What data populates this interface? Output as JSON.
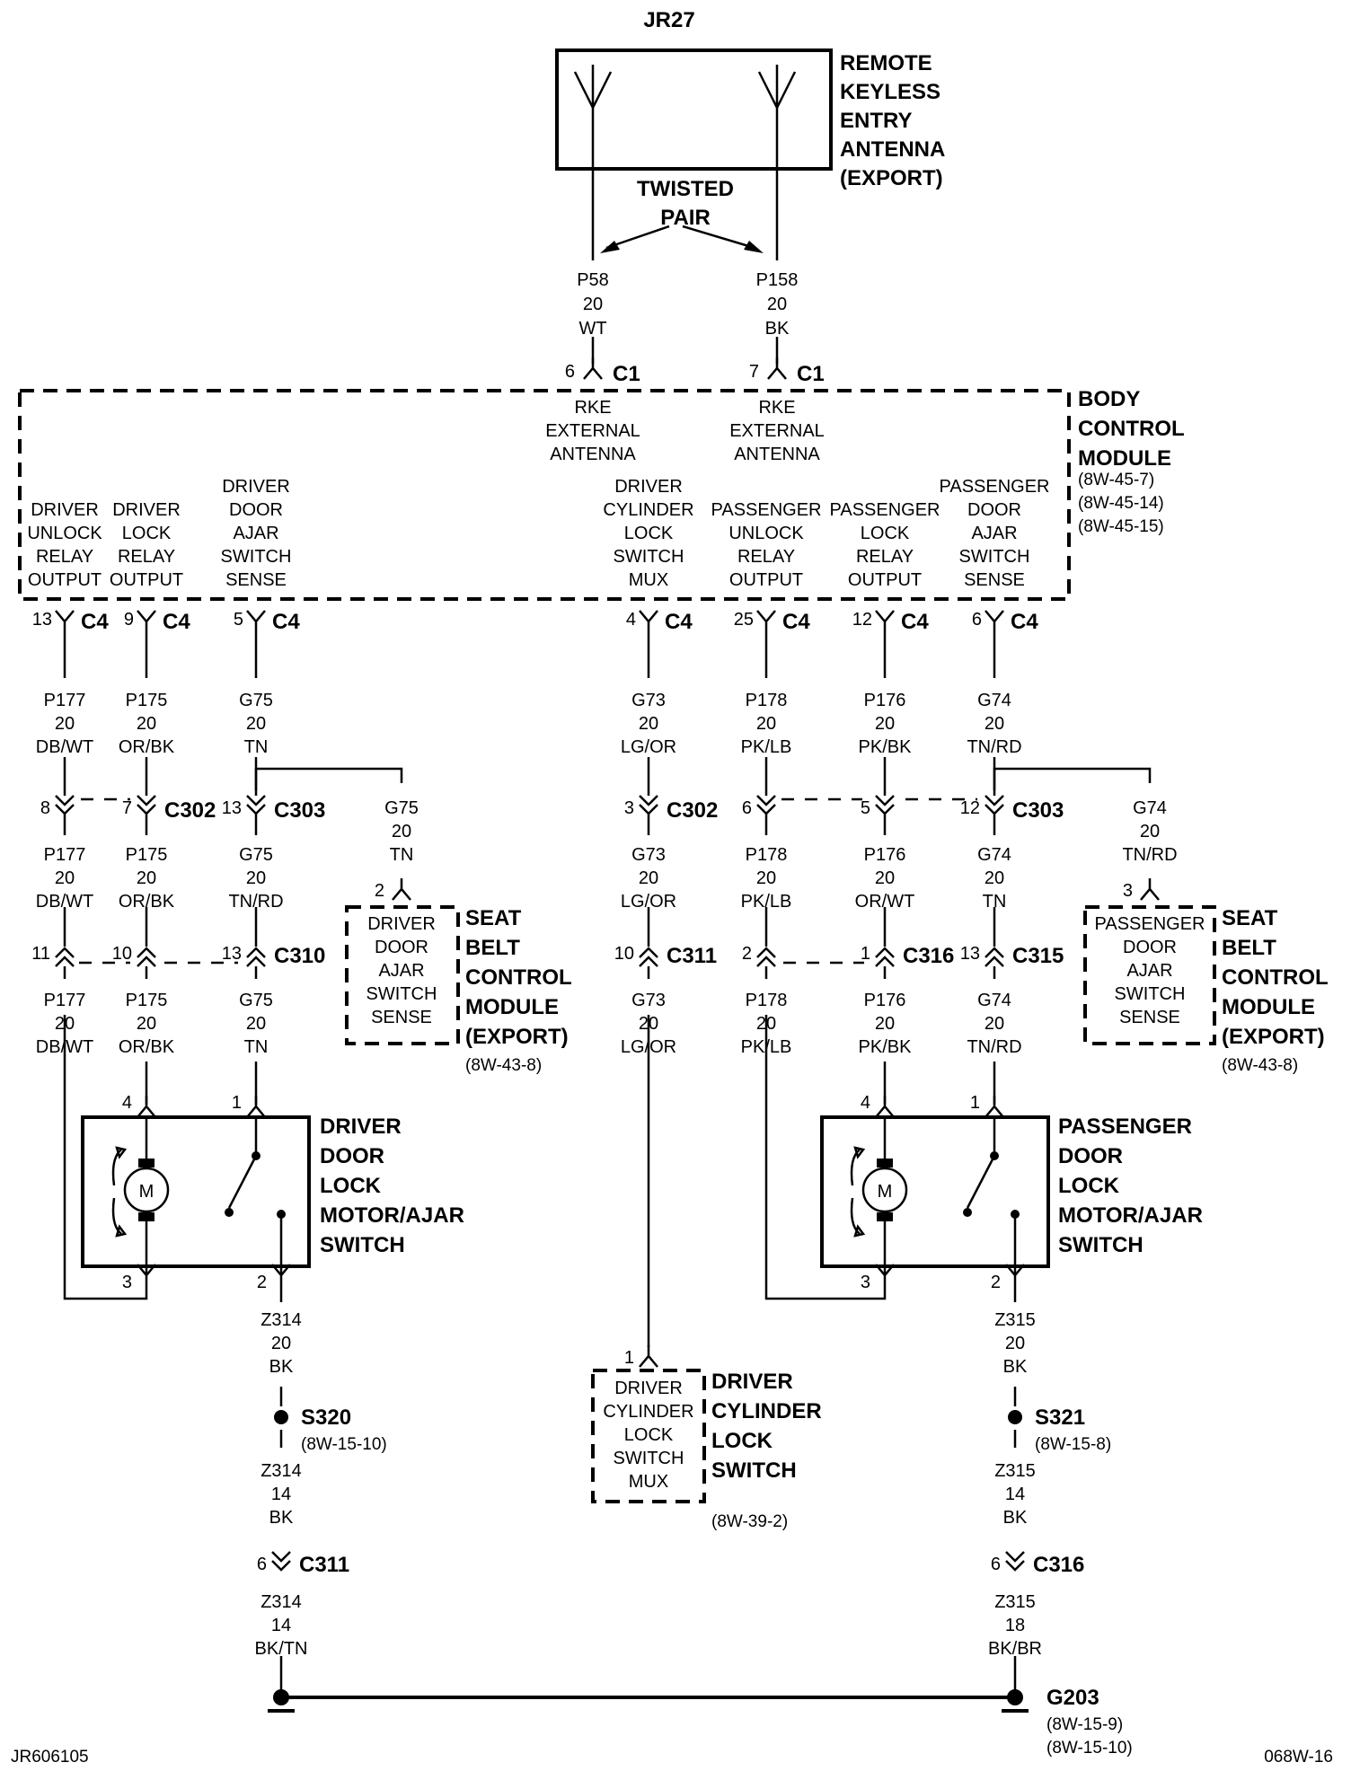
{
  "title": "JR27",
  "antenna": {
    "label": [
      "REMOTE",
      "KEYLESS",
      "ENTRY",
      "ANTENNA",
      "(EXPORT)"
    ],
    "twisted": [
      "TWISTED",
      "PAIR"
    ]
  },
  "bcm": {
    "label": [
      "BODY",
      "CONTROL",
      "MODULE"
    ],
    "refs": [
      "(8W-45-7)",
      "(8W-45-14)",
      "(8W-45-15)"
    ],
    "rke": [
      "RKE",
      "EXTERNAL",
      "ANTENNA"
    ],
    "pins": [
      [
        "DRIVER",
        "UNLOCK",
        "RELAY",
        "OUTPUT"
      ],
      [
        "DRIVER",
        "LOCK",
        "RELAY",
        "OUTPUT"
      ],
      [
        "DRIVER",
        "DOOR",
        "AJAR",
        "SWITCH",
        "SENSE"
      ],
      [
        "DRIVER",
        "CYLINDER",
        "LOCK",
        "SWITCH",
        "MUX"
      ],
      [
        "PASSENGER",
        "UNLOCK",
        "RELAY",
        "OUTPUT"
      ],
      [
        "PASSENGER",
        "LOCK",
        "RELAY",
        "OUTPUT"
      ],
      [
        "PASSENGER",
        "DOOR",
        "AJAR",
        "SWITCH",
        "SENSE"
      ]
    ]
  },
  "connectors": {
    "c1_a": {
      "pin": "6",
      "name": "C1"
    },
    "c1_b": {
      "pin": "7",
      "name": "C1"
    },
    "c4": [
      {
        "pin": "13",
        "name": "C4"
      },
      {
        "pin": "9",
        "name": "C4"
      },
      {
        "pin": "5",
        "name": "C4"
      },
      {
        "pin": "4",
        "name": "C4"
      },
      {
        "pin": "25",
        "name": "C4"
      },
      {
        "pin": "12",
        "name": "C4"
      },
      {
        "pin": "6",
        "name": "C4"
      }
    ],
    "row2": [
      {
        "pin": "8",
        "name": ""
      },
      {
        "pin": "7",
        "name": "C302"
      },
      {
        "pin": "13",
        "name": "C303"
      },
      {
        "pin": "3",
        "name": "C302"
      },
      {
        "pin": "6",
        "name": ""
      },
      {
        "pin": "5",
        "name": ""
      },
      {
        "pin": "12",
        "name": "C303"
      }
    ],
    "row3": [
      {
        "pin": "11",
        "name": ""
      },
      {
        "pin": "10",
        "name": ""
      },
      {
        "pin": "13",
        "name": "C310"
      },
      {
        "pin": "10",
        "name": "C311"
      },
      {
        "pin": "2",
        "name": ""
      },
      {
        "pin": "1",
        "name": "C316"
      },
      {
        "pin": "13",
        "name": "C315"
      }
    ]
  },
  "wires": {
    "p58": [
      "P58",
      "20",
      "WT"
    ],
    "p158": [
      "P158",
      "20",
      "BK"
    ],
    "row1": [
      [
        "P177",
        "20",
        "DB/WT"
      ],
      [
        "P175",
        "20",
        "OR/BK"
      ],
      [
        "G75",
        "20",
        "TN"
      ],
      [
        "G73",
        "20",
        "LG/OR"
      ],
      [
        "P178",
        "20",
        "PK/LB"
      ],
      [
        "P176",
        "20",
        "PK/BK"
      ],
      [
        "G74",
        "20",
        "TN/RD"
      ]
    ],
    "row2": [
      [
        "P177",
        "20",
        "DB/WT"
      ],
      [
        "P175",
        "20",
        "OR/BK"
      ],
      [
        "G75",
        "20",
        "TN/RD"
      ],
      [
        "G73",
        "20",
        "LG/OR"
      ],
      [
        "P178",
        "20",
        "PK/LB"
      ],
      [
        "P176",
        "20",
        "OR/WT"
      ],
      [
        "G74",
        "20",
        "TN"
      ]
    ],
    "row3": [
      [
        "P177",
        "20",
        "DB/WT"
      ],
      [
        "P175",
        "20",
        "OR/BK"
      ],
      [
        "G75",
        "20",
        "TN"
      ],
      [
        "G73",
        "20",
        "LG/OR"
      ],
      [
        "P178",
        "20",
        "PK/LB"
      ],
      [
        "P176",
        "20",
        "PK/BK"
      ],
      [
        "G74",
        "20",
        "TN/RD"
      ]
    ],
    "g75_sb": [
      "G75",
      "20",
      "TN"
    ],
    "g74_sb": [
      "G74",
      "20",
      "TN/RD"
    ],
    "z314_a": [
      "Z314",
      "20",
      "BK"
    ],
    "z314_b": [
      "Z314",
      "14",
      "BK"
    ],
    "z314_c": [
      "Z314",
      "14",
      "BK/TN"
    ],
    "z315_a": [
      "Z315",
      "20",
      "BK"
    ],
    "z315_b": [
      "Z315",
      "14",
      "BK"
    ],
    "z315_c": [
      "Z315",
      "18",
      "BK/BR"
    ]
  },
  "seat_belt_left": {
    "pin": "2",
    "inner": [
      "DRIVER",
      "DOOR",
      "AJAR",
      "SWITCH",
      "SENSE"
    ],
    "label": [
      "SEAT",
      "BELT",
      "CONTROL",
      "MODULE",
      "(EXPORT)"
    ],
    "ref": "(8W-43-8)"
  },
  "seat_belt_right": {
    "pin": "3",
    "inner": [
      "PASSENGER",
      "DOOR",
      "AJAR",
      "SWITCH",
      "SENSE"
    ],
    "label": [
      "SEAT",
      "BELT",
      "CONTROL",
      "MODULE",
      "(EXPORT)"
    ],
    "ref": "(8W-43-8)"
  },
  "driver_motor": {
    "label": [
      "DRIVER",
      "DOOR",
      "LOCK",
      "MOTOR/AJAR",
      "SWITCH"
    ],
    "pins": [
      "4",
      "1",
      "3",
      "2"
    ],
    "motor": "M"
  },
  "pass_motor": {
    "label": [
      "PASSENGER",
      "DOOR",
      "LOCK",
      "MOTOR/AJAR",
      "SWITCH"
    ],
    "pins": [
      "4",
      "1",
      "3",
      "2"
    ],
    "motor": "M"
  },
  "cyl_switch": {
    "pin": "1",
    "inner": [
      "DRIVER",
      "CYLINDER",
      "LOCK",
      "SWITCH",
      "MUX"
    ],
    "label": [
      "DRIVER",
      "CYLINDER",
      "LOCK",
      "SWITCH"
    ],
    "ref": "(8W-39-2)"
  },
  "splices": {
    "s320": {
      "name": "S320",
      "ref": "(8W-15-10)"
    },
    "s321": {
      "name": "S321",
      "ref": "(8W-15-8)"
    }
  },
  "gnd_connectors": {
    "c311": {
      "pin": "6",
      "name": "C311"
    },
    "c316": {
      "pin": "6",
      "name": "C316"
    }
  },
  "ground": {
    "name": "G203",
    "refs": [
      "(8W-15-9)",
      "(8W-15-10)"
    ]
  },
  "footer": {
    "left": "JR606105",
    "right": "068W-16"
  }
}
